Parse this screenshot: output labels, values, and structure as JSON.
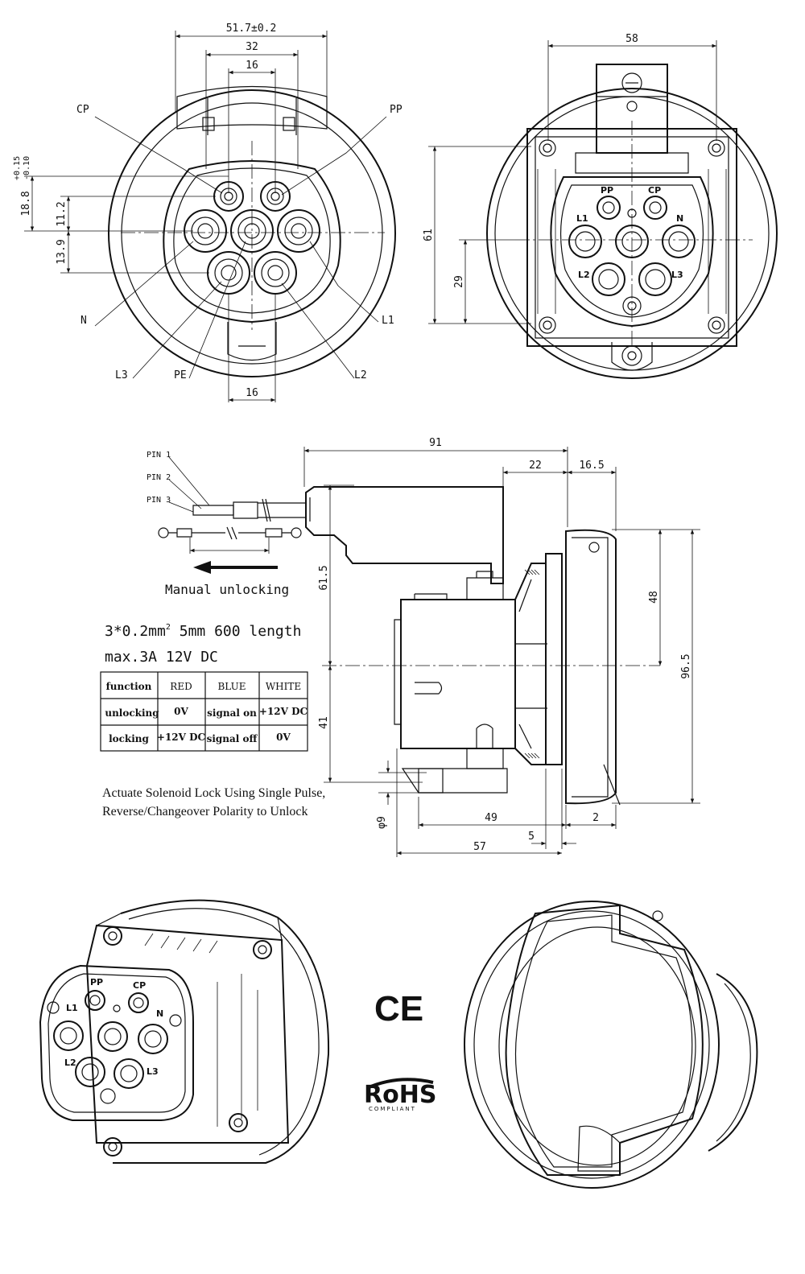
{
  "front_view": {
    "dims": {
      "width_outer": "51.7±0.2",
      "width_mid": "32",
      "width_inner": "16",
      "width_bottom": "16",
      "h_188": "18.8",
      "h_188_tol_plus": "+0.15",
      "h_188_tol_minus": "-0.10",
      "h_112": "11.2",
      "h_139": "13.9"
    },
    "pins": {
      "cp": "CP",
      "pp": "PP",
      "n": "N",
      "l1": "L1",
      "l2": "L2",
      "l3": "L3",
      "pe": "PE"
    }
  },
  "rear_view": {
    "dims": {
      "width": "58",
      "height": "61",
      "half_height": "29"
    },
    "pins": {
      "pp": "PP",
      "cp": "CP",
      "l1": "L1",
      "n": "N",
      "l2": "L2",
      "l3": "L3"
    }
  },
  "side_view": {
    "dims": {
      "total_len": "91",
      "d22": "22",
      "d165": "16.5",
      "d615": "61.5",
      "d41": "41",
      "d48": "48",
      "d965": "96.5",
      "d49": "49",
      "d2": "2",
      "d5": "5",
      "d57": "57",
      "phi9": "φ9"
    },
    "pins": [
      "PIN 1",
      "PIN 2",
      "PIN 3"
    ],
    "manual_unlocking": "Manual unlocking"
  },
  "spec": {
    "line1": "3*0.2mm",
    "line1_sup": "2",
    "line1_rest": " 5mm 600 length",
    "line2": "max.3A 12V DC"
  },
  "table": {
    "headers": [
      "function",
      "RED",
      "BLUE",
      "WHITE"
    ],
    "rows": [
      [
        "unlocking",
        "0V",
        "signal on",
        "+12V DC"
      ],
      [
        "locking",
        "+12V DC",
        "signal off",
        "0V"
      ]
    ]
  },
  "note": {
    "line1": "Actuate Solenoid Lock Using Single Pulse,",
    "line2": "Reverse/Changeover Polarity to Unlock"
  },
  "iso_view": {
    "pins": {
      "pp": "PP",
      "cp": "CP",
      "l1": "L1",
      "n": "N",
      "l2": "L2",
      "l3": "L3"
    }
  },
  "marks": {
    "ce": "CE",
    "rohs": "RoHS",
    "rohs_sub": "COMPLIANT"
  }
}
